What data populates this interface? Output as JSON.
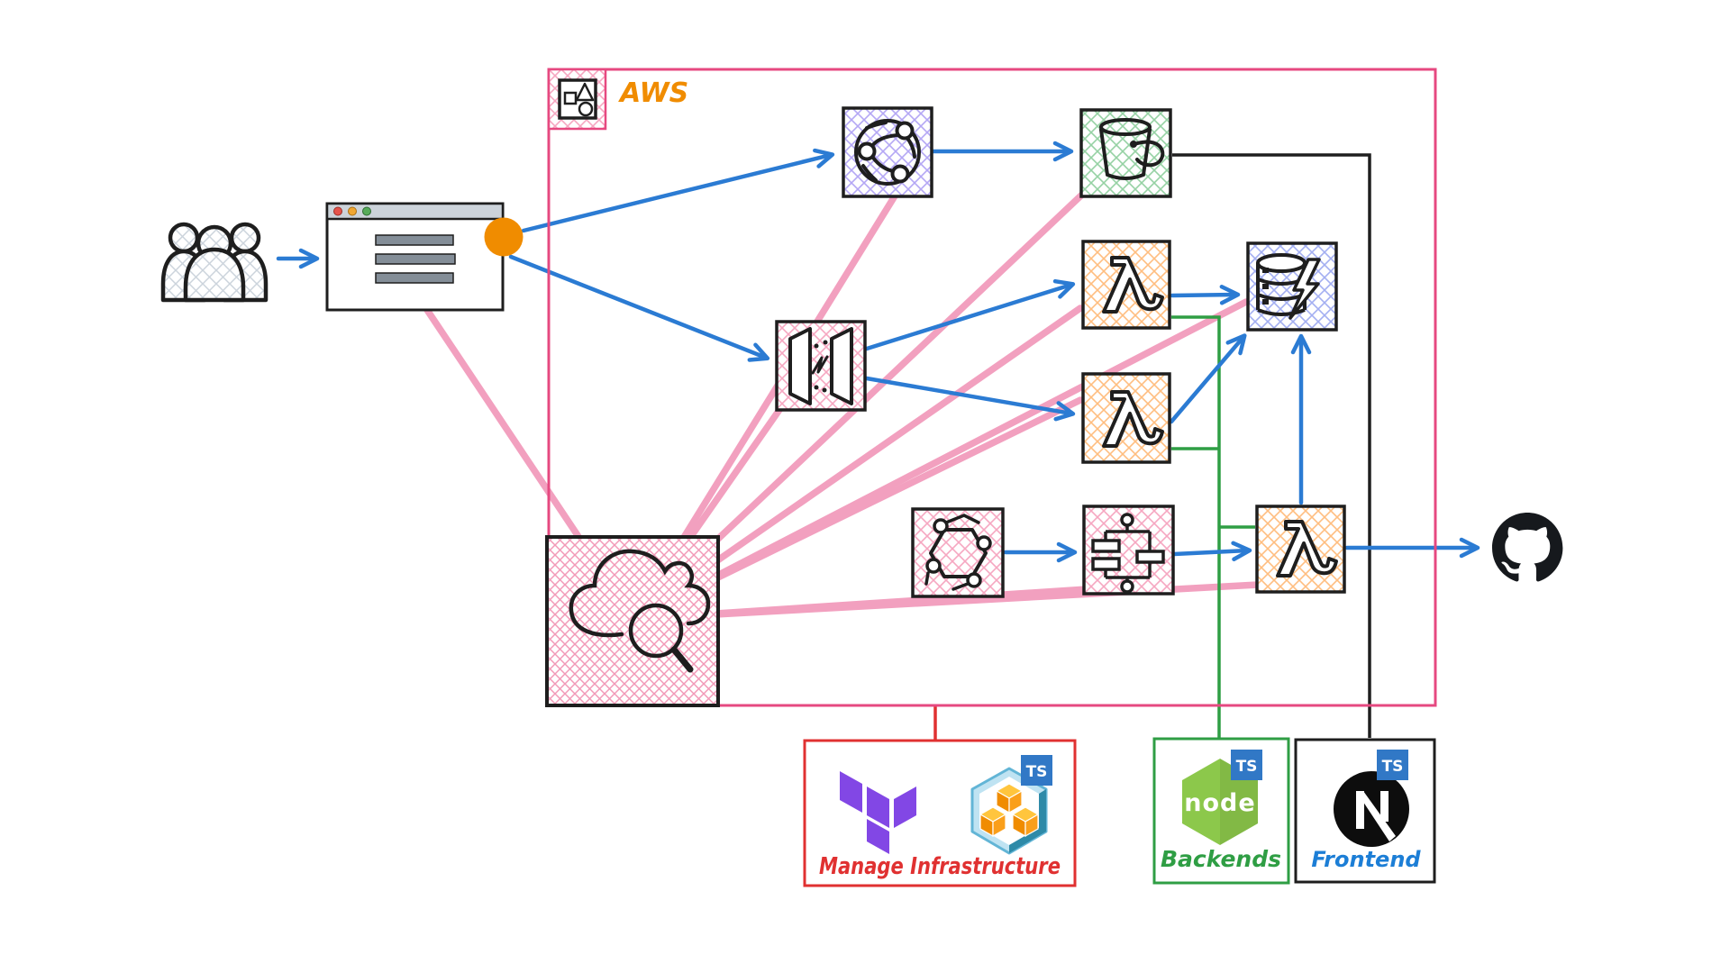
{
  "labels": {
    "aws": "AWS",
    "manage_infrastructure": "Manage Infrastructure",
    "backends": "Backends",
    "frontend": "Frontend",
    "ts_badge": "TS",
    "node_wordmark": "node"
  },
  "colors": {
    "aws_border_pink": "#e64980",
    "monitor_line_pink": "#f2a0bf",
    "arrow_blue": "#2b7bd3",
    "backend_green": "#2f9e44",
    "infra_red": "#e03131",
    "frontend_black": "#1e1e1e",
    "accent_orange": "#f08c00",
    "ts_badge_blue": "#3178c6",
    "terraform_purple": "#8247e5",
    "node_green": "#8cc84b"
  },
  "nodes": [
    {
      "id": "users",
      "icon": "users-icon"
    },
    {
      "id": "browser",
      "icon": "browser-window-icon"
    },
    {
      "id": "cloudfront",
      "icon": "cdn-globe-icon"
    },
    {
      "id": "s3-bucket",
      "icon": "bucket-icon"
    },
    {
      "id": "api-gateway",
      "icon": "api-gateway-icon"
    },
    {
      "id": "lambda-top",
      "icon": "lambda-icon"
    },
    {
      "id": "lambda-middle",
      "icon": "lambda-icon"
    },
    {
      "id": "lambda-bottom",
      "icon": "lambda-icon"
    },
    {
      "id": "dynamodb",
      "icon": "dynamodb-icon"
    },
    {
      "id": "eventbridge",
      "icon": "eventbridge-icon"
    },
    {
      "id": "step-functions",
      "icon": "step-functions-icon"
    },
    {
      "id": "cloudwatch",
      "icon": "cloudwatch-icon"
    },
    {
      "id": "github",
      "icon": "github-icon"
    },
    {
      "id": "terraform",
      "icon": "terraform-icon"
    },
    {
      "id": "cdktf",
      "icon": "cdktf-cubes-icon"
    },
    {
      "id": "nodejs",
      "icon": "nodejs-hexagon-icon"
    },
    {
      "id": "nextjs",
      "icon": "nextjs-icon"
    },
    {
      "id": "aws-group",
      "icon": "aws-assets-icon"
    }
  ],
  "edges": [
    {
      "from": "users",
      "to": "browser",
      "style": "blue-arrow"
    },
    {
      "from": "browser",
      "to": "cloudfront",
      "style": "blue-arrow"
    },
    {
      "from": "browser",
      "to": "api-gateway",
      "style": "blue-arrow"
    },
    {
      "from": "cloudfront",
      "to": "s3-bucket",
      "style": "blue-arrow"
    },
    {
      "from": "api-gateway",
      "to": "lambda-top",
      "style": "blue-arrow"
    },
    {
      "from": "api-gateway",
      "to": "lambda-middle",
      "style": "blue-arrow"
    },
    {
      "from": "lambda-top",
      "to": "dynamodb",
      "style": "blue-arrow"
    },
    {
      "from": "lambda-middle",
      "to": "dynamodb",
      "style": "blue-arrow"
    },
    {
      "from": "lambda-bottom",
      "to": "dynamodb",
      "style": "blue-arrow"
    },
    {
      "from": "eventbridge",
      "to": "step-functions",
      "style": "blue-arrow"
    },
    {
      "from": "step-functions",
      "to": "lambda-bottom",
      "style": "blue-arrow"
    },
    {
      "from": "lambda-bottom",
      "to": "github",
      "style": "blue-arrow"
    },
    {
      "from": "cloudwatch",
      "to": "browser",
      "style": "pink-monitor-line"
    },
    {
      "from": "cloudwatch",
      "to": "cloudfront",
      "style": "pink-monitor-line"
    },
    {
      "from": "cloudwatch",
      "to": "s3-bucket",
      "style": "pink-monitor-line"
    },
    {
      "from": "cloudwatch",
      "to": "api-gateway",
      "style": "pink-monitor-line"
    },
    {
      "from": "cloudwatch",
      "to": "lambda-top",
      "style": "pink-monitor-line"
    },
    {
      "from": "cloudwatch",
      "to": "lambda-middle",
      "style": "pink-monitor-line"
    },
    {
      "from": "cloudwatch",
      "to": "dynamodb",
      "style": "pink-monitor-line"
    },
    {
      "from": "cloudwatch",
      "to": "step-functions",
      "style": "pink-monitor-line"
    },
    {
      "from": "cloudwatch",
      "to": "lambda-bottom",
      "style": "pink-monitor-line"
    },
    {
      "from": "backends",
      "to": "lambda-top",
      "style": "green-line"
    },
    {
      "from": "backends",
      "to": "lambda-middle",
      "style": "green-line"
    },
    {
      "from": "backends",
      "to": "lambda-bottom",
      "style": "green-line"
    },
    {
      "from": "frontend",
      "to": "s3-bucket",
      "style": "black-line"
    },
    {
      "from": "manage-infrastructure",
      "to": "aws-group",
      "style": "red-line"
    }
  ]
}
